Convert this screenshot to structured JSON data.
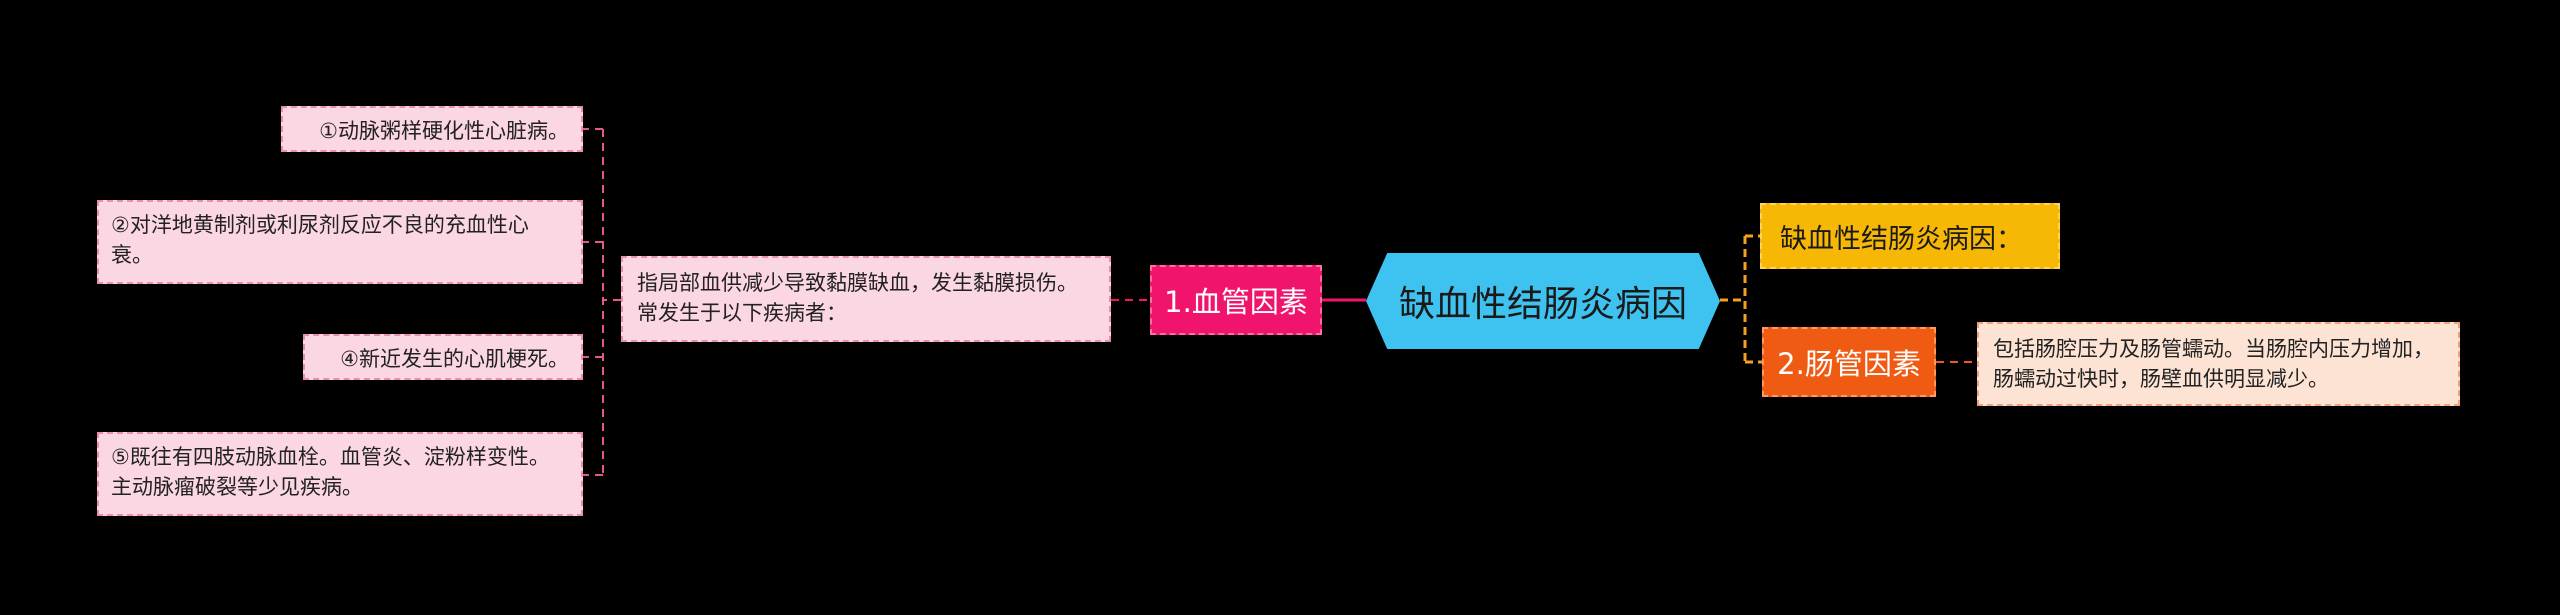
{
  "central_topic": "缺血性结肠炎病因",
  "branches": {
    "vascular": {
      "label": "1.血管因素",
      "description": "指局部血供减少导致黏膜缺血，发生黏膜损伤。常发生于以下疾病者：",
      "items": [
        "①动脉粥样硬化性心脏病。",
        "②对洋地黄制剂或利尿剂反应不良的充血性心衰。",
        "④新近发生的心肌梗死。",
        "⑤既往有四肢动脉血栓。血管炎、淀粉样变性。主动脉瘤破裂等少见疾病。"
      ]
    },
    "cause_title": {
      "label": "缺血性结肠炎病因："
    },
    "intestinal": {
      "label": "2.肠管因素",
      "description": "包括肠腔压力及肠管蠕动。当肠腔内压力增加，肠蠕动过快时，肠壁血供明显减少。"
    }
  },
  "colors": {
    "background": "#000000",
    "central": "#3ec3f0",
    "vascular": "#f0146c",
    "cause_title": "#f7b705",
    "intestinal": "#f05b13",
    "vascular_detail": "#fbd6e3",
    "intestinal_detail": "#fde3d4"
  }
}
